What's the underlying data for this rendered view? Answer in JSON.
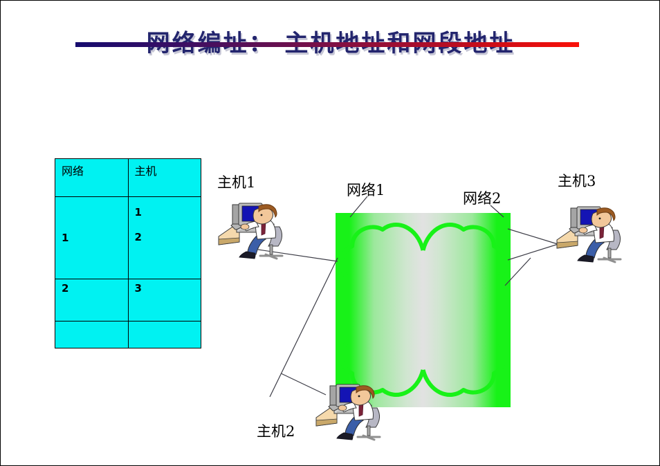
{
  "slide": {
    "title": "网络编址： 主机地址和网段地址"
  },
  "table": {
    "headers": [
      "网络",
      "主机"
    ],
    "rows": [
      {
        "network": "1",
        "hosts": [
          "1",
          "2"
        ]
      },
      {
        "network": "2",
        "hosts": [
          "3"
        ]
      },
      {
        "network": "",
        "hosts": []
      }
    ]
  },
  "diagram": {
    "network_labels": [
      {
        "id": "net1",
        "text": "网络1"
      },
      {
        "id": "net2",
        "text": "网络2"
      }
    ],
    "host_labels": [
      {
        "id": "host1",
        "text": "主机1"
      },
      {
        "id": "host2",
        "text": "主机2"
      },
      {
        "id": "host3",
        "text": "主机3"
      }
    ],
    "cloud_color": "#18f218",
    "cloud_center_color": "#e2e2e2",
    "connector_color": "#3c3c46"
  },
  "colors": {
    "title_text": "#23256e",
    "title_shadow": "#c7c7d6",
    "rule_start": "#160b6e",
    "rule_end": "#fa1008",
    "table_fill": "#00f2f2",
    "table_border": "#000000"
  }
}
